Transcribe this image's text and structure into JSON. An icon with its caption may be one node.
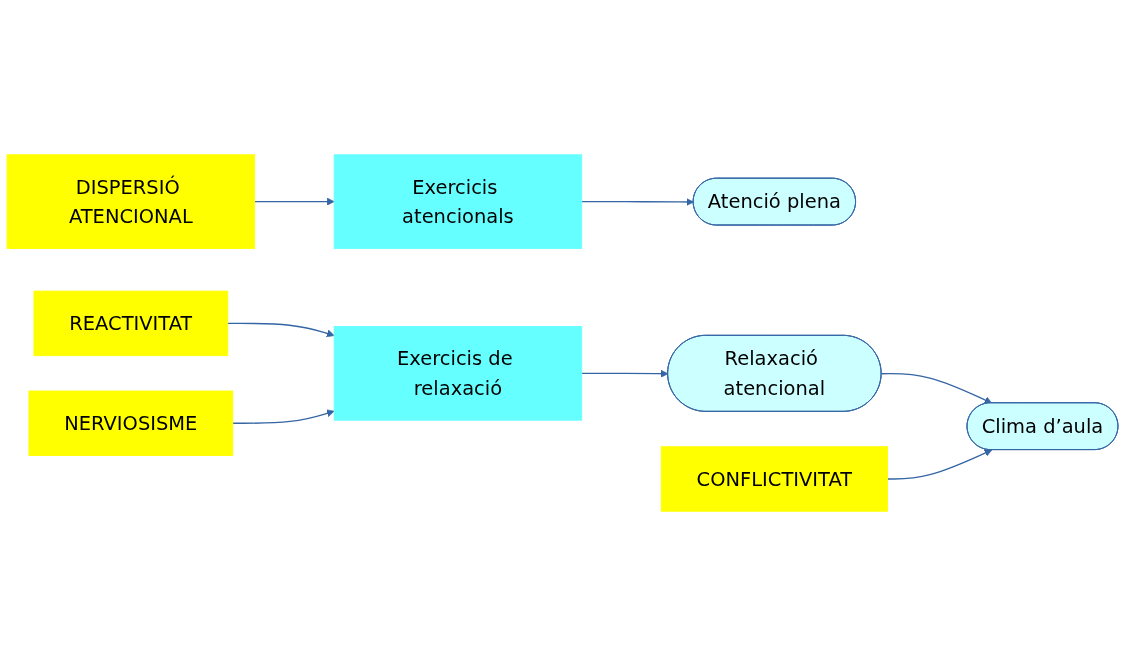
{
  "diagram": {
    "nodes": [
      {
        "text": [
          "DISPERSIÓ ATENCIONAL"
        ]
      },
      {
        "text": [
          "Exercicis atencionals"
        ]
      },
      {
        "text": [
          "Atenció plena"
        ]
      },
      {
        "text": [
          "REACTIVITAT"
        ]
      },
      {
        "text": [
          "Exercicis de relaxació"
        ]
      },
      {
        "text": [
          "Relaxació atencional"
        ]
      },
      {
        "text": [
          "NERVIOSISME"
        ]
      },
      {
        "text": [
          "CONFLICTIVITAT"
        ]
      },
      {
        "text": [
          "Clima d’aula"
        ]
      }
    ],
    "edges": [
      {
        "from": 0,
        "to": 1,
        "arrow": "to"
      },
      {
        "from": 1,
        "to": 2,
        "arrow": "to"
      },
      {
        "from": 3,
        "to": 4,
        "arrow": "to"
      },
      {
        "from": 4,
        "to": 5,
        "arrow": "to"
      },
      {
        "from": 6,
        "to": 4,
        "arrow": "to"
      },
      {
        "from": 5,
        "to": 8,
        "arrow": "to"
      },
      {
        "from": 7,
        "to": 8,
        "arrow": "to"
      }
    ]
  }
}
